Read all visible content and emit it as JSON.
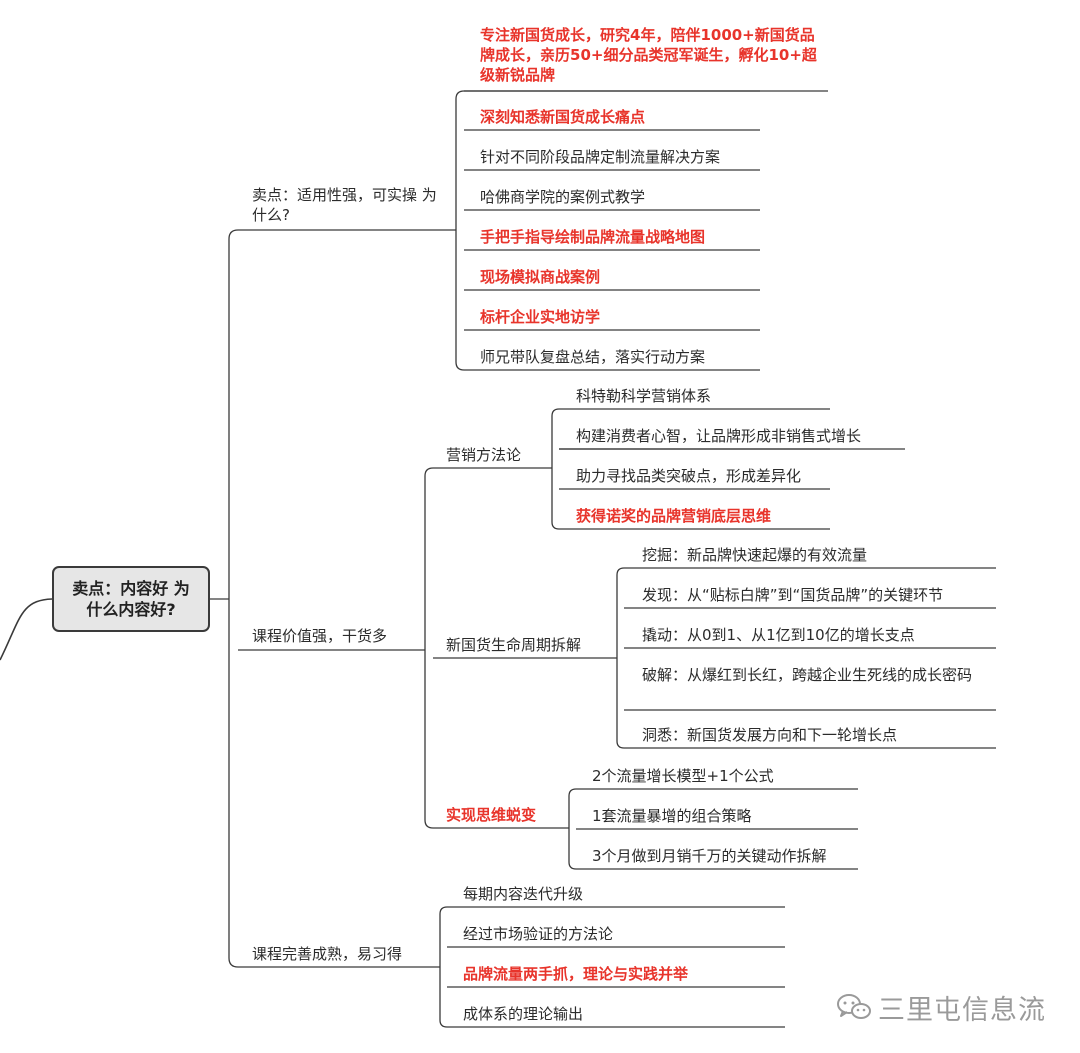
{
  "root": {
    "text": "卖点：内容好 为什么内容好?"
  },
  "branches": {
    "b1": {
      "label": "卖点：适用性强，可实操 为什么?",
      "items": [
        {
          "text": "专注新国货成长，研究4年，陪伴1000+新国货品牌成长，亲历50+细分品类冠军诞生，孵化10+超级新锐品牌",
          "highlight": true
        },
        {
          "text": "深刻知悉新国货成长痛点",
          "highlight": true
        },
        {
          "text": "针对不同阶段品牌定制流量解决方案",
          "highlight": false
        },
        {
          "text": "哈佛商学院的案例式教学",
          "highlight": false
        },
        {
          "text": "手把手指导绘制品牌流量战略地图",
          "highlight": true
        },
        {
          "text": "现场模拟商战案例",
          "highlight": true
        },
        {
          "text": "标杆企业实地访学",
          "highlight": true
        },
        {
          "text": "师兄带队复盘总结，落实行动方案",
          "highlight": false
        }
      ]
    },
    "b2": {
      "label": "课程价值强，干货多",
      "subs": [
        {
          "label": "营销方法论",
          "highlight": false,
          "items": [
            {
              "text": "科特勒科学营销体系",
              "highlight": false
            },
            {
              "text": "构建消费者心智，让品牌形成非销售式增长",
              "highlight": false
            },
            {
              "text": "助力寻找品类突破点，形成差异化",
              "highlight": false
            },
            {
              "text": "获得诺奖的品牌营销底层思维",
              "highlight": true
            }
          ]
        },
        {
          "label": "新国货生命周期拆解",
          "highlight": false,
          "items": [
            {
              "text": "挖掘：新品牌快速起爆的有效流量",
              "highlight": false
            },
            {
              "text": "发现：从“贴标白牌”到“国货品牌”的关键环节",
              "highlight": false
            },
            {
              "text": "撬动：从0到1、从1亿到10亿的增长支点",
              "highlight": false
            },
            {
              "text": "破解：从爆红到长红，跨越企业生死线的成长密码",
              "highlight": false
            },
            {
              "text": "洞悉：新国货发展方向和下一轮增长点",
              "highlight": false
            }
          ]
        },
        {
          "label": "实现思维蜕变",
          "highlight": true,
          "items": [
            {
              "text": "2个流量增长模型+1个公式",
              "highlight": false
            },
            {
              "text": "1套流量暴增的组合策略",
              "highlight": false
            },
            {
              "text": "3个月做到月销千万的关键动作拆解",
              "highlight": false
            }
          ]
        }
      ]
    },
    "b3": {
      "label": "课程完善成熟，易习得",
      "items": [
        {
          "text": "每期内容迭代升级",
          "highlight": false
        },
        {
          "text": "经过市场验证的方法论",
          "highlight": false
        },
        {
          "text": "品牌流量两手抓，理论与实践并举",
          "highlight": true
        },
        {
          "text": "成体系的理论输出",
          "highlight": false
        }
      ]
    }
  },
  "watermark": {
    "icon": "wechat-icon",
    "text": "三里屯信息流"
  },
  "colors": {
    "highlight": "#e8342b",
    "text": "#2b2b2b",
    "line": "#3a3a3a",
    "root_fill": "#e6e6e6"
  }
}
